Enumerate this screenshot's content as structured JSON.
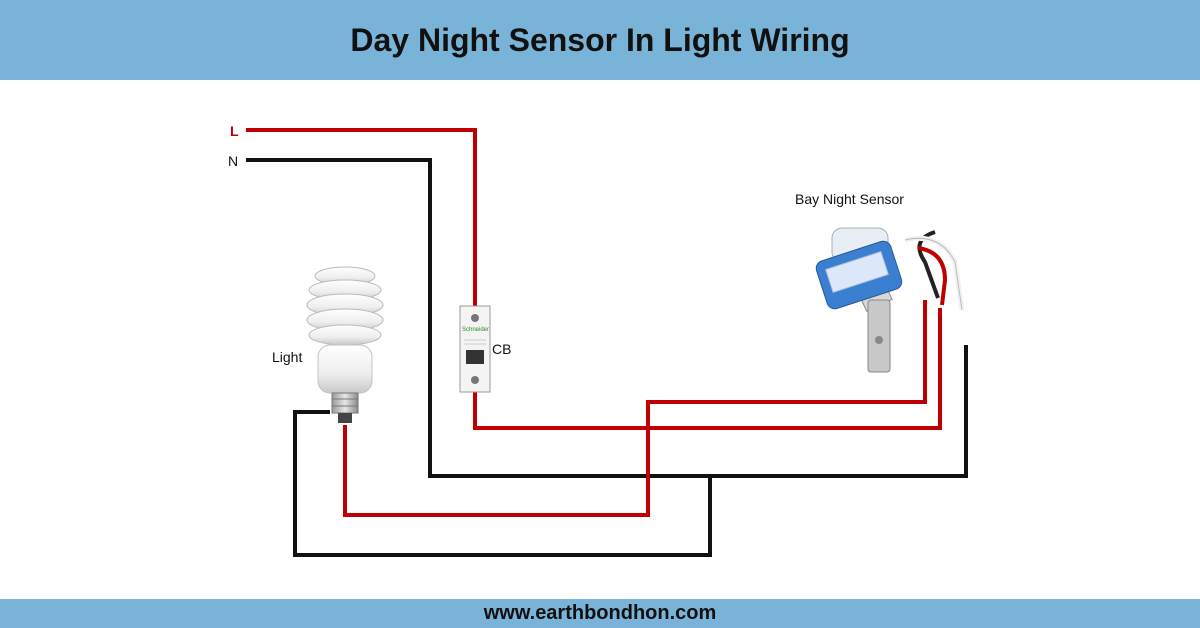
{
  "title": "Day Night Sensor In Light Wiring",
  "footer": "www.earthbondhon.com",
  "labels": {
    "line": "L",
    "neutral": "N",
    "light": "Light",
    "breaker": "CB",
    "sensor": "Bay Night Sensor"
  },
  "breaker_brand": "Schneider",
  "colors": {
    "header_bg": "#7ab3d8",
    "live_wire": "#c00000",
    "neutral_wire": "#111111",
    "sensor_body": "#3a7fd0"
  }
}
